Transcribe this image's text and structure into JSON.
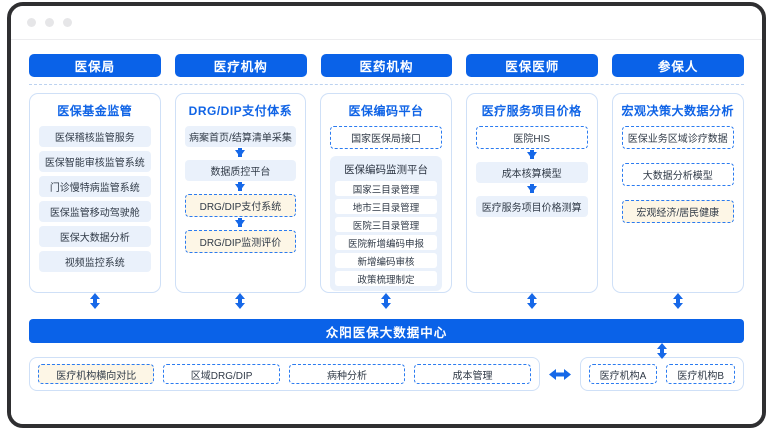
{
  "window": {
    "dots": [
      "minimize-dot",
      "maximize-dot",
      "close-dot"
    ]
  },
  "colors": {
    "brand_blue": "#0a62e8",
    "title_blue": "#1064e6",
    "node_blue_bg": "#eaf1fb",
    "cream_bg": "#fdf6e6",
    "dashed_border": "#2b7bf0",
    "panel_border": "#cfe0f7"
  },
  "header": {
    "tabs": [
      {
        "label": "医保局"
      },
      {
        "label": "医疗机构"
      },
      {
        "label": "医药机构"
      },
      {
        "label": "医保医师"
      },
      {
        "label": "参保人"
      }
    ]
  },
  "columns": [
    {
      "title": "医保基金监管",
      "nodes": [
        {
          "label": "医保稽核监管服务",
          "style": "plain"
        },
        {
          "label": "医保智能审核监管系统",
          "style": "plain"
        },
        {
          "label": "门诊慢特病监管系统",
          "style": "plain"
        },
        {
          "label": "医保监管移动驾驶舱",
          "style": "plain"
        },
        {
          "label": "医保大数据分析",
          "style": "plain"
        },
        {
          "label": "视频监控系统",
          "style": "plain"
        }
      ]
    },
    {
      "title": "DRG/DIP支付体系",
      "nodes": [
        {
          "label": "病案首页/结算清单采集",
          "style": "plain"
        },
        {
          "label": "arrow",
          "style": "arrow"
        },
        {
          "label": "数据质控平台",
          "style": "plain"
        },
        {
          "label": "arrow",
          "style": "arrow"
        },
        {
          "label": "DRG/DIP支付系统",
          "style": "cream"
        },
        {
          "label": "arrow",
          "style": "arrow"
        },
        {
          "label": "DRG/DIP监测评价",
          "style": "cream"
        }
      ]
    },
    {
      "title": "医保编码平台",
      "nodes": [
        {
          "label": "国家医保局接口",
          "style": "dashed"
        }
      ],
      "subpanel": {
        "title": "医保编码监测平台",
        "items": [
          {
            "label": "国家三目录管理"
          },
          {
            "label": "地市三目录管理"
          },
          {
            "label": "医院三目录管理"
          },
          {
            "label": "医院新增编码申报"
          },
          {
            "label": "新增编码审核"
          },
          {
            "label": "政策梳理制定"
          }
        ]
      }
    },
    {
      "title": "医疗服务项目价格",
      "nodes": [
        {
          "label": "医院HIS",
          "style": "dashed"
        },
        {
          "label": "arrow",
          "style": "arrow"
        },
        {
          "label": "成本核算模型",
          "style": "plain"
        },
        {
          "label": "arrow",
          "style": "arrow"
        },
        {
          "label": "医疗服务项目价格测算",
          "style": "plain"
        }
      ]
    },
    {
      "title": "宏观决策大数据分析",
      "nodes": [
        {
          "label": "医保业务区域诊疗数据",
          "style": "dashed"
        },
        {
          "label": "gap",
          "style": "gap"
        },
        {
          "label": "大数据分析模型",
          "style": "dashed"
        },
        {
          "label": "gap",
          "style": "gap"
        },
        {
          "label": "宏观经济/居民健康",
          "style": "cream"
        }
      ]
    }
  ],
  "data_center": {
    "label": "众阳医保大数据中心"
  },
  "bottom": {
    "left_group": [
      {
        "label": "医疗机构横向对比",
        "style": "cream"
      },
      {
        "label": "区域DRG/DIP",
        "style": "dashed"
      },
      {
        "label": "病种分析",
        "style": "dashed"
      },
      {
        "label": "成本管理",
        "style": "dashed"
      }
    ],
    "right_group": [
      {
        "label": "医疗机构A",
        "style": "dashed"
      },
      {
        "label": "医疗机构B",
        "style": "dashed"
      }
    ]
  }
}
